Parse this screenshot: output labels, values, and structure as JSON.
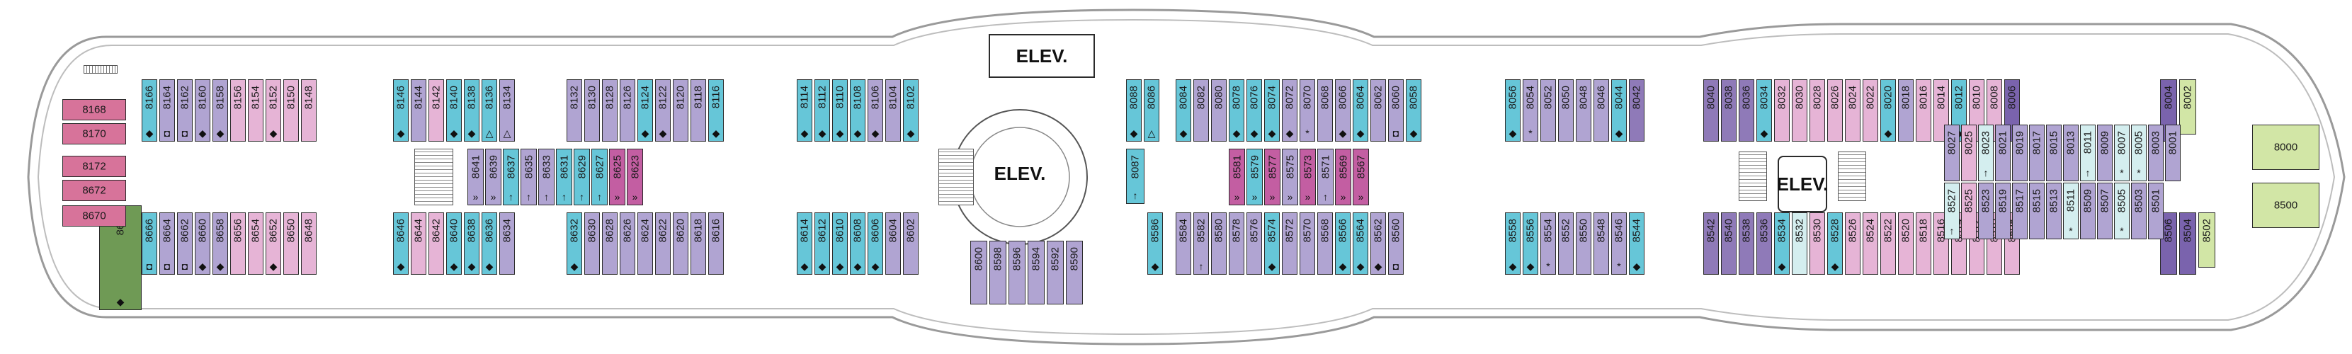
{
  "colors": {
    "blue": "#66c6d8",
    "lavender": "#b0a4d2",
    "pink": "#e6b4d6",
    "magenta": "#c35ea2",
    "purple": "#8f7ab8",
    "dark_purple": "#7a63ad",
    "mint": "#d4eeef",
    "lime": "#d2e6a6",
    "green": "#6f9a55",
    "rose": "#d7739a",
    "hull_line": "#9a9a9a"
  },
  "icons": {
    "diamond": "◆",
    "triangle": "△",
    "star": "*",
    "accessible": "♿",
    "double_arrow": "↕",
    "double_chevron": "»",
    "dagger_up": "↑"
  },
  "elevator_labels": [
    "ELEV.",
    "ELEV.",
    "ELEV."
  ],
  "upper_row": [
    {
      "n": "8166",
      "c": "blue",
      "s": "◆"
    },
    {
      "n": "8164",
      "c": "lavender",
      "s": "◘"
    },
    {
      "n": "8162",
      "c": "lavender",
      "s": "◘"
    },
    {
      "n": "8160",
      "c": "lavender",
      "s": "◆"
    },
    {
      "n": "8158",
      "c": "lavender",
      "s": "◆"
    },
    {
      "n": "8156",
      "c": "pink",
      "s": ""
    },
    {
      "n": "8154",
      "c": "pink",
      "s": ""
    },
    {
      "n": "8152",
      "c": "pink",
      "s": "◆"
    },
    {
      "n": "8150",
      "c": "pink",
      "s": ""
    },
    {
      "n": "8148",
      "c": "pink",
      "s": ""
    },
    {
      "n": "8146",
      "c": "blue",
      "s": "◆"
    },
    {
      "n": "8144",
      "c": "lavender",
      "s": ""
    },
    {
      "n": "8142",
      "c": "pink",
      "s": ""
    },
    {
      "n": "8140",
      "c": "blue",
      "s": "◆"
    },
    {
      "n": "8138",
      "c": "blue",
      "s": "◆"
    },
    {
      "n": "8136",
      "c": "blue",
      "s": "△"
    },
    {
      "n": "8134",
      "c": "lavender",
      "s": "△"
    },
    {
      "n": "8132",
      "c": "lavender",
      "s": ""
    },
    {
      "n": "8130",
      "c": "lavender",
      "s": ""
    },
    {
      "n": "8128",
      "c": "lavender",
      "s": ""
    },
    {
      "n": "8126",
      "c": "lavender",
      "s": ""
    },
    {
      "n": "8124",
      "c": "blue",
      "s": "◆"
    },
    {
      "n": "8122",
      "c": "lavender",
      "s": "◆"
    },
    {
      "n": "8120",
      "c": "lavender",
      "s": ""
    },
    {
      "n": "8118",
      "c": "lavender",
      "s": ""
    },
    {
      "n": "8116",
      "c": "blue",
      "s": "◆"
    },
    {
      "n": "8114",
      "c": "blue",
      "s": "◆"
    },
    {
      "n": "8112",
      "c": "blue",
      "s": "◆"
    },
    {
      "n": "8110",
      "c": "blue",
      "s": "◆"
    },
    {
      "n": "8108",
      "c": "blue",
      "s": "◆"
    },
    {
      "n": "8106",
      "c": "lavender",
      "s": "◆"
    },
    {
      "n": "8104",
      "c": "lavender",
      "s": ""
    },
    {
      "n": "8102",
      "c": "blue",
      "s": "◆"
    },
    {
      "n": "8088",
      "c": "blue",
      "s": "◆"
    },
    {
      "n": "8086",
      "c": "blue",
      "s": "△"
    },
    {
      "n": "8084",
      "c": "blue",
      "s": "◆"
    },
    {
      "n": "8082",
      "c": "lavender",
      "s": ""
    },
    {
      "n": "8080",
      "c": "lavender",
      "s": ""
    },
    {
      "n": "8078",
      "c": "blue",
      "s": "◆"
    },
    {
      "n": "8076",
      "c": "blue",
      "s": "◆"
    },
    {
      "n": "8074",
      "c": "blue",
      "s": "◆"
    },
    {
      "n": "8072",
      "c": "lavender",
      "s": "◆"
    },
    {
      "n": "8070",
      "c": "lavender",
      "s": "*"
    },
    {
      "n": "8068",
      "c": "lavender",
      "s": ""
    },
    {
      "n": "8066",
      "c": "lavender",
      "s": "◆"
    },
    {
      "n": "8064",
      "c": "blue",
      "s": "◆"
    },
    {
      "n": "8062",
      "c": "lavender",
      "s": ""
    },
    {
      "n": "8060",
      "c": "lavender",
      "s": "◘"
    },
    {
      "n": "8058",
      "c": "blue",
      "s": "◆"
    },
    {
      "n": "8056",
      "c": "blue",
      "s": "◆"
    },
    {
      "n": "8054",
      "c": "lavender",
      "s": "*"
    },
    {
      "n": "8052",
      "c": "lavender",
      "s": ""
    },
    {
      "n": "8050",
      "c": "lavender",
      "s": ""
    },
    {
      "n": "8048",
      "c": "lavender",
      "s": ""
    },
    {
      "n": "8046",
      "c": "lavender",
      "s": ""
    },
    {
      "n": "8044",
      "c": "blue",
      "s": "◆"
    },
    {
      "n": "8042",
      "c": "purple",
      "s": ""
    },
    {
      "n": "8040",
      "c": "purple",
      "s": ""
    },
    {
      "n": "8038",
      "c": "purple",
      "s": ""
    },
    {
      "n": "8036",
      "c": "purple",
      "s": ""
    },
    {
      "n": "8034",
      "c": "blue",
      "s": "◆"
    },
    {
      "n": "8032",
      "c": "pink",
      "s": ""
    },
    {
      "n": "8030",
      "c": "pink",
      "s": ""
    },
    {
      "n": "8028",
      "c": "pink",
      "s": ""
    },
    {
      "n": "8026",
      "c": "pink",
      "s": ""
    },
    {
      "n": "8024",
      "c": "pink",
      "s": ""
    },
    {
      "n": "8022",
      "c": "pink",
      "s": ""
    },
    {
      "n": "8020",
      "c": "blue",
      "s": "◆"
    },
    {
      "n": "8018",
      "c": "lavender",
      "s": ""
    },
    {
      "n": "8016",
      "c": "pink",
      "s": ""
    },
    {
      "n": "8014",
      "c": "pink",
      "s": ""
    },
    {
      "n": "8012",
      "c": "blue",
      "s": "◆"
    },
    {
      "n": "8010",
      "c": "pink",
      "s": ""
    },
    {
      "n": "8008",
      "c": "pink",
      "s": ""
    },
    {
      "n": "8006",
      "c": "dark_purple",
      "s": ""
    },
    {
      "n": "8004",
      "c": "dark_purple",
      "s": ""
    },
    {
      "n": "8002",
      "c": "lime",
      "s": ""
    }
  ],
  "lower_row": [
    {
      "n": "8666",
      "c": "green",
      "s": "◆"
    },
    {
      "n": "8666",
      "c": "blue",
      "s": "◘"
    },
    {
      "n": "8664",
      "c": "lavender",
      "s": "◘"
    },
    {
      "n": "8662",
      "c": "lavender",
      "s": "◘"
    },
    {
      "n": "8660",
      "c": "lavender",
      "s": "◆"
    },
    {
      "n": "8658",
      "c": "lavender",
      "s": "◆"
    },
    {
      "n": "8656",
      "c": "pink",
      "s": ""
    },
    {
      "n": "8654",
      "c": "pink",
      "s": ""
    },
    {
      "n": "8652",
      "c": "pink",
      "s": "◆"
    },
    {
      "n": "8650",
      "c": "pink",
      "s": ""
    },
    {
      "n": "8648",
      "c": "pink",
      "s": ""
    },
    {
      "n": "8646",
      "c": "blue",
      "s": "◆"
    },
    {
      "n": "8644",
      "c": "pink",
      "s": ""
    },
    {
      "n": "8642",
      "c": "pink",
      "s": ""
    },
    {
      "n": "8640",
      "c": "blue",
      "s": "◆"
    },
    {
      "n": "8638",
      "c": "blue",
      "s": "◆"
    },
    {
      "n": "8636",
      "c": "blue",
      "s": "◆"
    },
    {
      "n": "8634",
      "c": "lavender",
      "s": ""
    },
    {
      "n": "8632",
      "c": "blue",
      "s": "◆"
    },
    {
      "n": "8630",
      "c": "lavender",
      "s": ""
    },
    {
      "n": "8628",
      "c": "lavender",
      "s": ""
    },
    {
      "n": "8626",
      "c": "lavender",
      "s": ""
    },
    {
      "n": "8624",
      "c": "lavender",
      "s": ""
    },
    {
      "n": "8622",
      "c": "lavender",
      "s": ""
    },
    {
      "n": "8620",
      "c": "lavender",
      "s": ""
    },
    {
      "n": "8618",
      "c": "lavender",
      "s": ""
    },
    {
      "n": "8616",
      "c": "lavender",
      "s": ""
    },
    {
      "n": "8614",
      "c": "blue",
      "s": "◆"
    },
    {
      "n": "8612",
      "c": "blue",
      "s": "◆"
    },
    {
      "n": "8610",
      "c": "blue",
      "s": "◆"
    },
    {
      "n": "8608",
      "c": "blue",
      "s": "◆"
    },
    {
      "n": "8606",
      "c": "blue",
      "s": "◆"
    },
    {
      "n": "8604",
      "c": "lavender",
      "s": ""
    },
    {
      "n": "8602",
      "c": "lavender",
      "s": ""
    },
    {
      "n": "8586",
      "c": "blue",
      "s": "◆"
    },
    {
      "n": "8584",
      "c": "lavender",
      "s": ""
    },
    {
      "n": "8582",
      "c": "lavender",
      "s": "↑"
    },
    {
      "n": "8580",
      "c": "lavender",
      "s": ""
    },
    {
      "n": "8578",
      "c": "lavender",
      "s": ""
    },
    {
      "n": "8576",
      "c": "lavender",
      "s": ""
    },
    {
      "n": "8574",
      "c": "blue",
      "s": "◆"
    },
    {
      "n": "8572",
      "c": "lavender",
      "s": ""
    },
    {
      "n": "8570",
      "c": "lavender",
      "s": ""
    },
    {
      "n": "8568",
      "c": "lavender",
      "s": ""
    },
    {
      "n": "8566",
      "c": "blue",
      "s": "◆"
    },
    {
      "n": "8564",
      "c": "blue",
      "s": "◆"
    },
    {
      "n": "8562",
      "c": "lavender",
      "s": "◆"
    },
    {
      "n": "8560",
      "c": "lavender",
      "s": "◘"
    },
    {
      "n": "8558",
      "c": "blue",
      "s": "◆"
    },
    {
      "n": "8556",
      "c": "blue",
      "s": "◆"
    },
    {
      "n": "8554",
      "c": "lavender",
      "s": "*"
    },
    {
      "n": "8552",
      "c": "lavender",
      "s": ""
    },
    {
      "n": "8550",
      "c": "lavender",
      "s": ""
    },
    {
      "n": "8548",
      "c": "lavender",
      "s": ""
    },
    {
      "n": "8546",
      "c": "lavender",
      "s": "*"
    },
    {
      "n": "8544",
      "c": "blue",
      "s": "◆"
    },
    {
      "n": "8542",
      "c": "purple",
      "s": ""
    },
    {
      "n": "8540",
      "c": "purple",
      "s": ""
    },
    {
      "n": "8538",
      "c": "purple",
      "s": ""
    },
    {
      "n": "8536",
      "c": "purple",
      "s": ""
    },
    {
      "n": "8534",
      "c": "blue",
      "s": "◆"
    },
    {
      "n": "8532",
      "c": "mint",
      "s": ""
    },
    {
      "n": "8530",
      "c": "pink",
      "s": ""
    },
    {
      "n": "8528",
      "c": "blue",
      "s": "◆"
    },
    {
      "n": "8526",
      "c": "pink",
      "s": ""
    },
    {
      "n": "8524",
      "c": "pink",
      "s": ""
    },
    {
      "n": "8522",
      "c": "pink",
      "s": ""
    },
    {
      "n": "8520",
      "c": "pink",
      "s": ""
    },
    {
      "n": "8518",
      "c": "pink",
      "s": ""
    },
    {
      "n": "8516",
      "c": "pink",
      "s": ""
    },
    {
      "n": "8514",
      "c": "pink",
      "s": ""
    },
    {
      "n": "8512",
      "c": "pink",
      "s": ""
    },
    {
      "n": "8510",
      "c": "pink",
      "s": ""
    },
    {
      "n": "8508",
      "c": "pink",
      "s": ""
    },
    {
      "n": "8506",
      "c": "dark_purple",
      "s": ""
    },
    {
      "n": "8504",
      "c": "dark_purple",
      "s": ""
    },
    {
      "n": "8502",
      "c": "lime",
      "s": ""
    }
  ],
  "aft_curve_row": [
    "8600",
    "8598",
    "8596",
    "8594",
    "8592",
    "8590"
  ],
  "mid_inner_left": [
    {
      "n": "8641",
      "c": "lavender",
      "s": "»"
    },
    {
      "n": "8639",
      "c": "lavender",
      "s": "»"
    },
    {
      "n": "8637",
      "c": "blue",
      "s": "↑"
    },
    {
      "n": "8635",
      "c": "lavender",
      "s": "↑"
    },
    {
      "n": "8633",
      "c": "lavender",
      "s": "↑"
    },
    {
      "n": "8631",
      "c": "blue",
      "s": "↑"
    },
    {
      "n": "8629",
      "c": "blue",
      "s": "↑"
    },
    {
      "n": "8627",
      "c": "blue",
      "s": "↑"
    },
    {
      "n": "8625",
      "c": "magenta",
      "s": "»"
    },
    {
      "n": "8623",
      "c": "magenta",
      "s": "»"
    }
  ],
  "mid_inner_center": [
    {
      "n": "8087",
      "c": "blue",
      "s": "↑"
    }
  ],
  "mid_inner_right": [
    {
      "n": "8581",
      "c": "magenta",
      "s": "»"
    },
    {
      "n": "8579",
      "c": "blue",
      "s": "»"
    },
    {
      "n": "8577",
      "c": "magenta",
      "s": "»"
    },
    {
      "n": "8575",
      "c": "lavender",
      "s": "»"
    },
    {
      "n": "8573",
      "c": "magenta",
      "s": "»"
    },
    {
      "n": "8571",
      "c": "lavender",
      "s": "↑"
    },
    {
      "n": "8569",
      "c": "magenta",
      "s": "»"
    },
    {
      "n": "8567",
      "c": "magenta",
      "s": "»"
    }
  ],
  "fwd_inner_upper": [
    {
      "n": "8027",
      "c": "lavender",
      "s": ""
    },
    {
      "n": "8025",
      "c": "pink",
      "s": ""
    },
    {
      "n": "8023",
      "c": "mint",
      "s": "↑"
    },
    {
      "n": "8021",
      "c": "lavender",
      "s": ""
    },
    {
      "n": "8019",
      "c": "lavender",
      "s": ""
    },
    {
      "n": "8017",
      "c": "lavender",
      "s": ""
    },
    {
      "n": "8015",
      "c": "lavender",
      "s": ""
    },
    {
      "n": "8013",
      "c": "lavender",
      "s": ""
    },
    {
      "n": "8011",
      "c": "mint",
      "s": "↑"
    },
    {
      "n": "8009",
      "c": "lavender",
      "s": ""
    },
    {
      "n": "8007",
      "c": "mint",
      "s": "*"
    },
    {
      "n": "8005",
      "c": "mint",
      "s": "*"
    },
    {
      "n": "8003",
      "c": "lavender",
      "s": ""
    },
    {
      "n": "8001",
      "c": "lavender",
      "s": ""
    }
  ],
  "fwd_inner_lower": [
    {
      "n": "8527",
      "c": "mint",
      "s": "↑"
    },
    {
      "n": "8525",
      "c": "pink",
      "s": ""
    },
    {
      "n": "8523",
      "c": "lavender",
      "s": ""
    },
    {
      "n": "8519",
      "c": "lavender",
      "s": ""
    },
    {
      "n": "8517",
      "c": "lavender",
      "s": ""
    },
    {
      "n": "8515",
      "c": "lavender",
      "s": ""
    },
    {
      "n": "8513",
      "c": "lavender",
      "s": ""
    },
    {
      "n": "8511",
      "c": "mint",
      "s": "*"
    },
    {
      "n": "8509",
      "c": "lavender",
      "s": ""
    },
    {
      "n": "8507",
      "c": "lavender",
      "s": ""
    },
    {
      "n": "8505",
      "c": "mint",
      "s": "*"
    },
    {
      "n": "8503",
      "c": "lavender",
      "s": ""
    },
    {
      "n": "8501",
      "c": "lavender",
      "s": ""
    }
  ],
  "aft_stack": [
    "8168",
    "8170",
    "8172",
    "8672",
    "8670"
  ],
  "bow_suites": [
    "8000",
    "8500"
  ]
}
